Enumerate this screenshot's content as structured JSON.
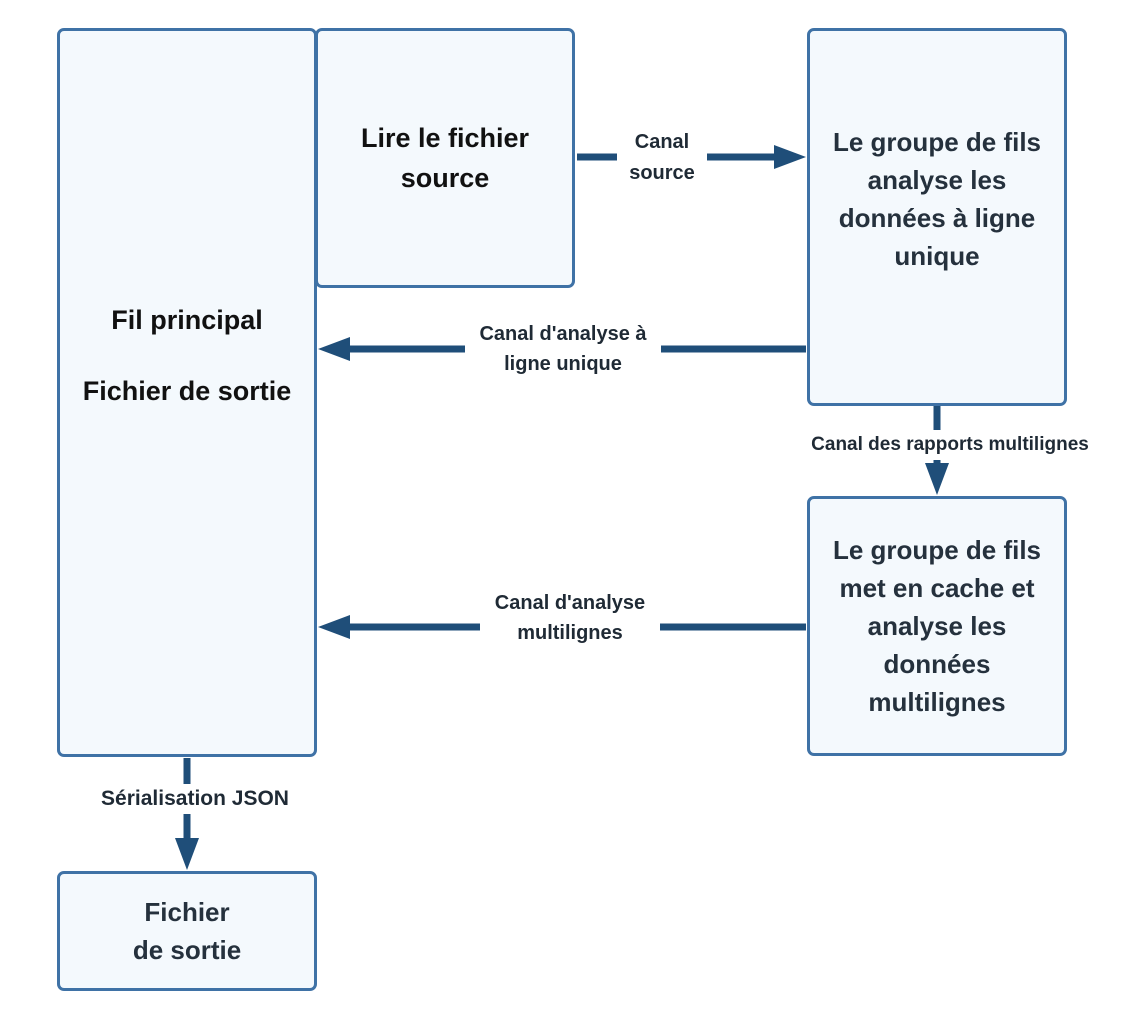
{
  "boxes": {
    "main": {
      "line1": "Fil principal",
      "line2": "Fichier de sortie"
    },
    "read": [
      "Lire le fichier",
      "source"
    ],
    "single": [
      "Le groupe de fils",
      "analyse les",
      "données à ligne",
      "unique"
    ],
    "multi": [
      "Le groupe de fils",
      "met en cache et",
      "analyse les",
      "données",
      "multilignes"
    ],
    "output": [
      "Fichier",
      "de sortie"
    ]
  },
  "edges": {
    "source_channel": [
      "Canal",
      "source"
    ],
    "single_channel": [
      "Canal d'analyse à",
      "ligne unique"
    ],
    "multi_report_channel": "Canal des rapports multilignes",
    "multi_channel": [
      "Canal d'analyse",
      "multilignes"
    ],
    "json": "Sérialisation JSON"
  },
  "colors": {
    "arrow": "#1f4e79",
    "box_border": "#3f72a6",
    "box_fill": "#f4f9fd"
  }
}
